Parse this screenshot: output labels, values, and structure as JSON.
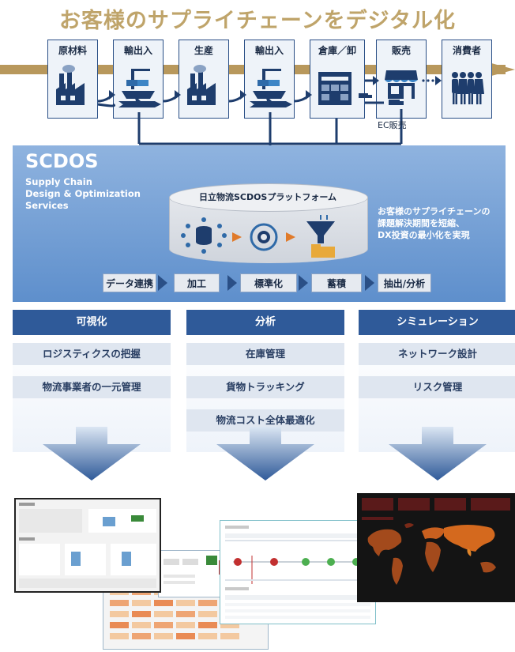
{
  "title": "お客様のサプライチェーンをデジタル化",
  "stages": [
    {
      "label": "原材料",
      "icon": "factory-icon"
    },
    {
      "label": "輸出入",
      "icon": "port-icon"
    },
    {
      "label": "生産",
      "icon": "factory-icon"
    },
    {
      "label": "輸出入",
      "icon": "port-icon"
    },
    {
      "label": "倉庫／卸",
      "icon": "warehouse-icon"
    },
    {
      "label": "販売",
      "icon": "store-icon"
    },
    {
      "label": "消費者",
      "icon": "people-icon"
    }
  ],
  "ec_label": "EC販売",
  "scdos": {
    "title": "SCDOS",
    "subtitle_line1": "Supply Chain",
    "subtitle_line2": "Design & Optimization",
    "subtitle_line3": "Services",
    "platform_label": "日立物流SCDOSプラットフォーム",
    "callout_line1": "お客様のサプライチェーンの",
    "callout_line2": "課題解決期間を短縮、",
    "callout_line3": "DX投資の最小化を実現"
  },
  "steps": [
    "データ連携",
    "加工",
    "標準化",
    "蓄積",
    "抽出/分析"
  ],
  "categories": [
    {
      "title": "可視化",
      "items": [
        "ロジスティクスの把握",
        "物流事業者の一元管理"
      ]
    },
    {
      "title": "分析",
      "items": [
        "在庫管理",
        "貨物トラッキング",
        "物流コスト全体最適化"
      ]
    },
    {
      "title": "シミュレーション",
      "items": [
        "ネットワーク設計",
        "リスク管理"
      ]
    }
  ],
  "colors": {
    "gold": "#b8985c",
    "navy": "#2f5a99",
    "blue": "#5e8fcc",
    "light": "#dfe6f0"
  }
}
